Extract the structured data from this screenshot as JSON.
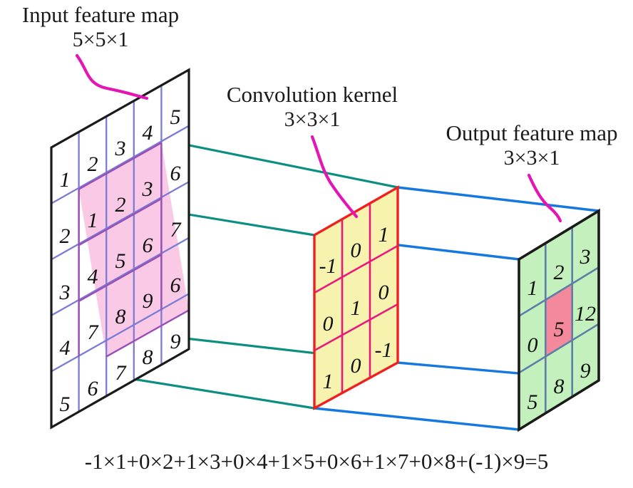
{
  "labels": {
    "input": {
      "title": "Input feature map",
      "dims": "5×5×1"
    },
    "kernel": {
      "title": "Convolution kernel",
      "dims": "3×3×1"
    },
    "output": {
      "title": "Output feature map",
      "dims": "3×3×1"
    }
  },
  "equation": "-1×1+0×2+1×3+0×4+1×5+0×6+1×7+0×8+(-1)×9=5",
  "input_map": {
    "rows": 5,
    "cols": 5,
    "values": [
      [
        "1",
        "2",
        "3",
        "4",
        "5"
      ],
      [
        "2",
        "1",
        "2",
        "3",
        "6"
      ],
      [
        "3",
        "4",
        "5",
        "6",
        "7"
      ],
      [
        "4",
        "7",
        "8",
        "9",
        "6"
      ],
      [
        "5",
        "6",
        "7",
        "8",
        "9"
      ]
    ],
    "highlight": {
      "row_start": 1,
      "row_end": 3,
      "col_start": 1,
      "col_end": 3,
      "color": "#f9c6e4"
    },
    "grid_line_color": "#7b7bd6",
    "border_color": "#000000",
    "fill_color": "#ffffff"
  },
  "kernel_map": {
    "rows": 3,
    "cols": 3,
    "values": [
      [
        "-1",
        "0",
        "1"
      ],
      [
        "0",
        "1",
        "0"
      ],
      [
        "1",
        "0",
        "-1"
      ]
    ],
    "fill_color": "#f7f3ae",
    "grid_line_color": "#e8197d",
    "border_color": "#ef2020"
  },
  "output_map": {
    "rows": 3,
    "cols": 3,
    "values": [
      [
        "1",
        "2",
        "3"
      ],
      [
        "0",
        "5",
        "12"
      ],
      [
        "5",
        "8",
        "9"
      ]
    ],
    "highlight": {
      "row": 1,
      "col": 1,
      "color": "#f3899a"
    },
    "fill_color": "#c3f0bd",
    "grid_line_color": "#5b7fa6",
    "border_color": "#000000"
  },
  "connectors": {
    "input_to_kernel_color": "#0c8f82",
    "kernel_to_output_color": "#1478e0",
    "pointer_color": "#e316b4"
  }
}
